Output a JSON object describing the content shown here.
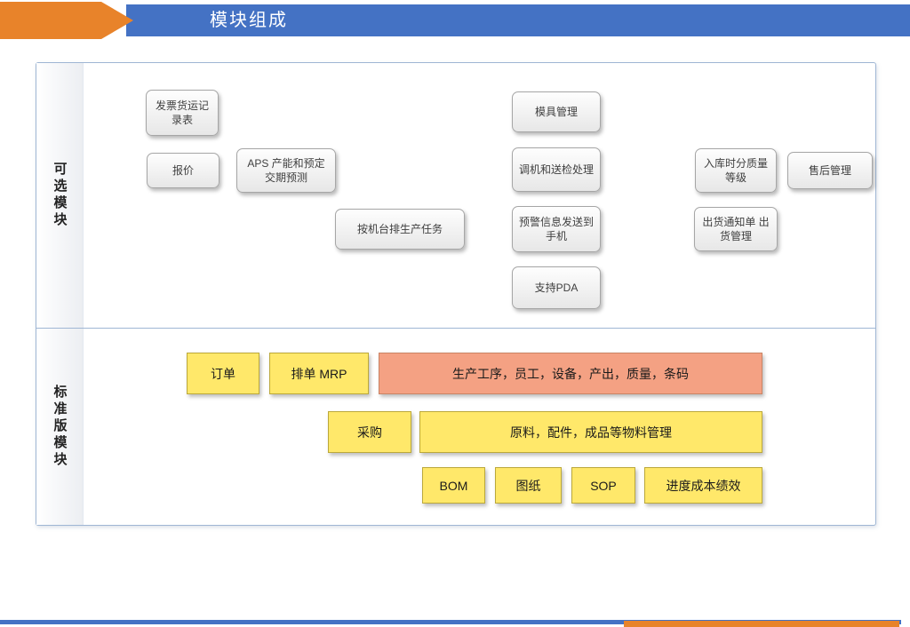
{
  "header": {
    "title": "模块组成"
  },
  "diagram": {
    "optional_section": {
      "label": "可选模块",
      "boxes": [
        {
          "label": "发票货运记录表"
        },
        {
          "label": "报价"
        },
        {
          "label": "APS 产能和预定交期预测"
        },
        {
          "label": "按机台排生产任务"
        },
        {
          "label": "模具管理"
        },
        {
          "label": "调机和送检处理"
        },
        {
          "label": "预警信息发送到手机"
        },
        {
          "label": "支持PDA"
        },
        {
          "label": "入库时分质量等级"
        },
        {
          "label": "售后管理"
        },
        {
          "label": "出货通知单 出货管理"
        }
      ]
    },
    "standard_section": {
      "label": "标准版模块",
      "boxes": [
        {
          "label": "订单",
          "color": "yellow"
        },
        {
          "label": "排单 MRP",
          "color": "yellow"
        },
        {
          "label": "生产工序，员工，设备，产出，质量，条码",
          "color": "salmon"
        },
        {
          "label": "采购",
          "color": "yellow"
        },
        {
          "label": "原料，配件，成品等物料管理",
          "color": "yellow"
        },
        {
          "label": "BOM",
          "color": "yellow"
        },
        {
          "label": "图纸",
          "color": "yellow"
        },
        {
          "label": "SOP",
          "color": "yellow"
        },
        {
          "label": "进度成本绩效",
          "color": "yellow"
        }
      ]
    }
  },
  "colors": {
    "header_blue": "#4472C4",
    "accent_orange": "#E8832A",
    "optional_box_border": "#A6A6A6",
    "standard_yellow": "#FFE86A",
    "standard_salmon": "#F4A183",
    "frame_border": "#9FB6D4"
  }
}
